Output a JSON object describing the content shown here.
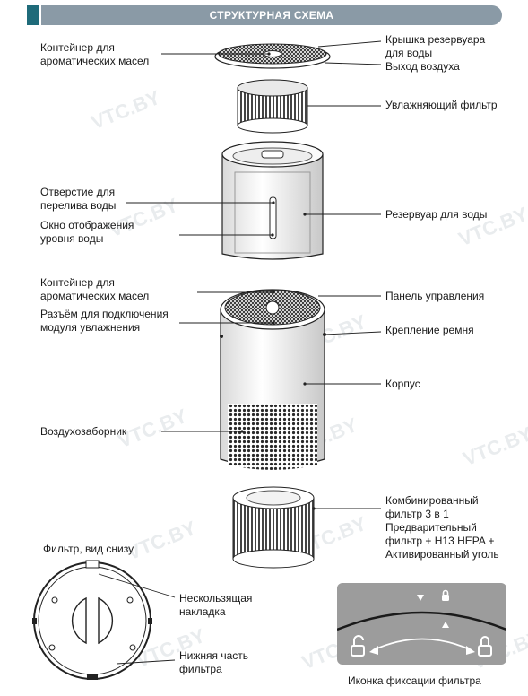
{
  "header": {
    "title": "СТРУКТУРНАЯ СХЕМА"
  },
  "watermark": "VTC.BY",
  "labels": {
    "aroma_container_top": "Контейнер для\nароматических масел",
    "tank_lid": "Крышка резервуара\nдля воды",
    "air_outlet": "Выход воздуха",
    "humid_filter": "Увлажняющий фильтр",
    "overflow_hole": "Отверстие для\nперелива воды",
    "water_window": "Окно отображения\nуровня воды",
    "water_tank": "Резервуар для воды",
    "aroma_container_body": "Контейнер для\nароматических масел",
    "module_connector": "Разъём для подключения\nмодуля увлажнения",
    "control_panel": "Панель управления",
    "strap_mount": "Крепление ремня",
    "housing": "Корпус",
    "air_intake": "Воздухозаборник",
    "combo_filter": "Комбинированный\nфильтр 3 в 1\nПредварительный\nфильтр + H13 HEPA +\nАктивированный уголь",
    "filter_bottom_view": "Фильтр, вид снизу",
    "non_slip_pad": "Нескользящая\nнакладка",
    "filter_bottom": "Нижняя часть\nфильтра",
    "filter_lock_icon": "Иконка фиксации фильтра"
  },
  "colors": {
    "header_bar": "#8a9aa6",
    "header_tab": "#1f6b7a",
    "panel": "#9c9c9c"
  }
}
